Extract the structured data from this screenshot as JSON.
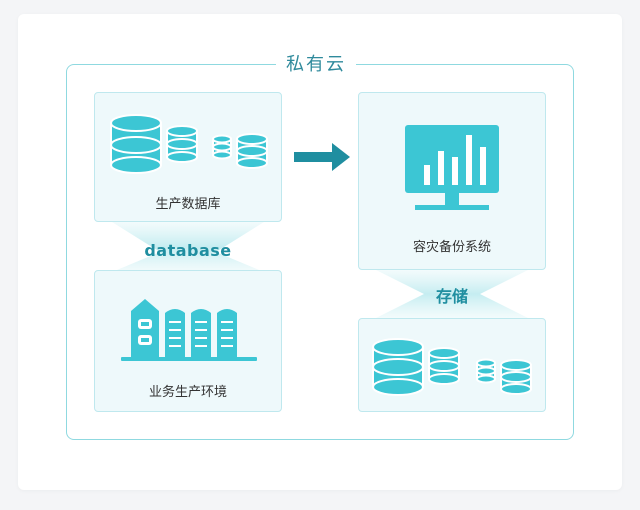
{
  "diagram": {
    "cloud_title": "私有云",
    "boxes": {
      "production_db": {
        "label": "生产数据库"
      },
      "business_env": {
        "label": "业务生产环境"
      },
      "disaster_backup": {
        "label": "容灾备份系统"
      },
      "storage": {
        "label": ""
      }
    },
    "connectors": {
      "left": {
        "label": "database"
      },
      "right": {
        "label": "存储"
      }
    },
    "icons": {
      "db_cluster": "database-cylinders-icon",
      "server_rack": "server-building-icon",
      "monitor": "monitor-bar-chart-icon",
      "arrow": "arrow-right-icon"
    },
    "colors": {
      "primary": "#3cc6d4",
      "dark": "#1f8ea0",
      "box_bg": "#eef9fb",
      "border": "#8fd9e0"
    }
  }
}
